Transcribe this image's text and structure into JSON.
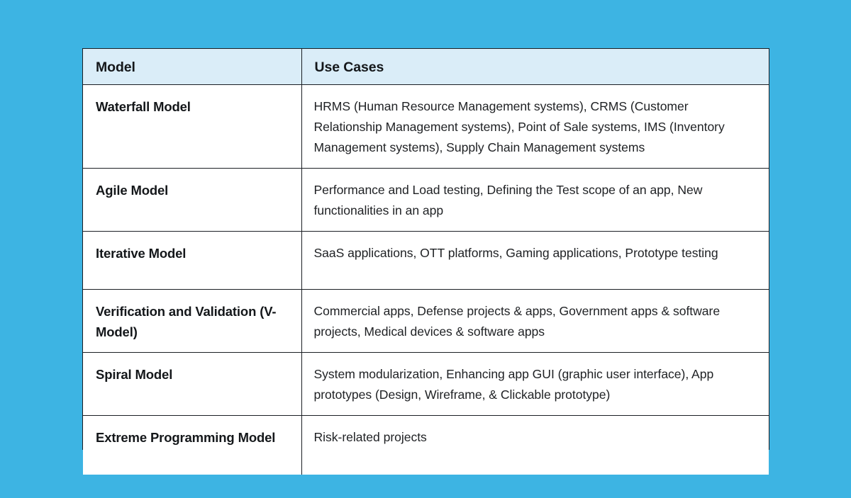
{
  "background_color": "#3db4e3",
  "table": {
    "header_fill": "#daedf8",
    "border_color": "#1b1f24",
    "columns": [
      {
        "key": "model",
        "label": "Model"
      },
      {
        "key": "use_cases",
        "label": "Use Cases"
      }
    ],
    "rows": [
      {
        "model": "Waterfall Model",
        "use_cases": "HRMS (Human Resource Management systems), CRMS (Customer Relationship Management systems), Point of Sale systems, IMS (Inventory Management systems), Supply Chain Management systems"
      },
      {
        "model": "Agile Model",
        "use_cases": "Performance and Load testing, Defining the Test scope of an app, New functionalities in an app"
      },
      {
        "model": "Iterative Model",
        "use_cases": "SaaS applications, OTT platforms, Gaming applications, Prototype testing"
      },
      {
        "model": "Verification and Validation (V-Model)",
        "use_cases": "Commercial apps, Defense projects & apps, Government apps & software projects, Medical devices & software apps"
      },
      {
        "model": "Spiral Model",
        "use_cases": "System modularization, Enhancing app GUI (graphic user interface), App prototypes (Design, Wireframe, & Clickable prototype)"
      },
      {
        "model": "Extreme Programming Model",
        "use_cases": "Risk-related projects"
      }
    ]
  }
}
